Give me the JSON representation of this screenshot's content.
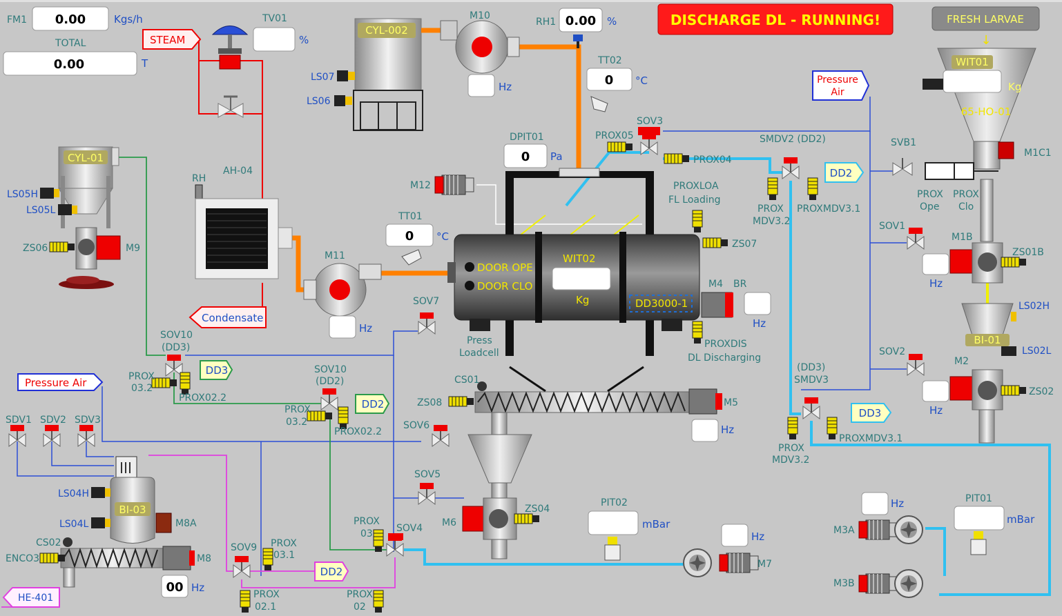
{
  "header": {
    "alarm_banner": "DISCHARGE DL - RUNNING!",
    "fresh_larvae_button": "FRESH LARVAE",
    "alarm_color": "#ff1a1a"
  },
  "flow": {
    "fm1_label": "FM1",
    "fm1_value": "0.00",
    "fm1_unit": "Kgs/h",
    "total_label": "TOTAL",
    "total_value": "0.00",
    "total_unit": "T"
  },
  "steam": {
    "steam_tag": "STEAM",
    "tv01_label": "TV01",
    "tv01_unit": "%",
    "ah04_label": "AH-04",
    "rh_label": "RH",
    "condensate_tag": "Condensate"
  },
  "fan_m10": {
    "cyl002": "CYL-002",
    "m10": "M10",
    "hz": "Hz",
    "ls07": "LS07",
    "ls06": "LS06"
  },
  "humidity": {
    "rh1_label": "RH1",
    "rh1_value": "0.00",
    "rh1_unit": "%"
  },
  "tt02": {
    "label": "TT02",
    "value": "0",
    "unit": "°C"
  },
  "tt01": {
    "label": "TT01",
    "value": "0",
    "unit": "°C"
  },
  "dpit01": {
    "label": "DPIT01",
    "value": "0",
    "unit": "Pa"
  },
  "dryer": {
    "m12": "M12",
    "m11": "M11",
    "hz": "Hz",
    "door_open": "DOOR OPE",
    "door_closed": "DOOR CLO",
    "wit02": "WIT02",
    "kg": "Kg",
    "dd3000": "DD3000-1",
    "m4": "M4",
    "br": "BR",
    "zs07": "ZS07",
    "proxloa": "PROXLOA",
    "fl_loading": "FL Loading",
    "proxdis": "PROXDIS",
    "dl_discharging": "DL Discharging",
    "press_loadcell_1": "Press",
    "press_loadcell_2": "Loadcell",
    "prox05": "PROX05",
    "prox04": "PROX04",
    "sov3": "SOV3",
    "sov7": "SOV7"
  },
  "cyl01": {
    "label": "CYL-01",
    "ls05h": "LS05H",
    "ls05l": "LS05L",
    "zs06": "ZS06",
    "m9": "M9"
  },
  "hopper": {
    "wit01": "WIT01",
    "kg": "Kg",
    "ho01": "65-HO-01",
    "m1c1": "M1C1",
    "svb1": "SVB1",
    "prox_ope_1": "PROX",
    "prox_ope_2": "Ope",
    "prox_clo_1": "PROX",
    "prox_clo_2": "Clo",
    "pressure_air_1": "Pressure",
    "pressure_air_2": "Air",
    "sov1": "SOV1",
    "m1b": "M1B",
    "zs01b": "ZS01B",
    "hz": "Hz",
    "ls02h": "LS02H",
    "bi01": "BI-01",
    "ls02l": "LS02L",
    "sov2": "SOV2",
    "m2": "M2",
    "zs02": "ZS02"
  },
  "smdv2": {
    "label": "SMDV2 (DD2)",
    "dd2": "DD2",
    "prox_mdv32_1": "PROX",
    "prox_mdv32_2": "MDV3.2",
    "proxmdv31": "PROXMDV3.1"
  },
  "smdv3": {
    "label_1": "(DD3)",
    "label_2": "SMDV3",
    "dd3": "DD3",
    "prox_mdv32_1": "PROX",
    "prox_mdv32_2": "MDV3.2",
    "proxmdv31": "PROXMDV3.1"
  },
  "left_valves": {
    "sov10a_1": "SOV10",
    "sov10a_2": "(DD3)",
    "dd3": "DD3",
    "prox032_1": "PROX",
    "prox032_2": "03.2",
    "prox022": "PROX02.2",
    "sov10b_1": "SOV10",
    "sov10b_2": "(DD2)",
    "dd2": "DD2",
    "prox032b_1": "PROX",
    "prox032b_2": "03.2",
    "prox022b": "PROX02.2",
    "pressure_air": "Pressure Air",
    "sdv1": "SDV1",
    "sdv2": "SDV2",
    "sdv3": "SDV3"
  },
  "bi03": {
    "label": "BI-03",
    "ls04h": "LS04H",
    "ls04l": "LS04L",
    "m8a": "M8A",
    "cs02": "CS02",
    "enco3": "ENCO3",
    "m8": "M8",
    "m8_value": "00",
    "hz": "Hz",
    "he401": "HE-401"
  },
  "bottom": {
    "sov9": "SOV9",
    "prox031_1": "PROX",
    "prox031_2": "03.1",
    "dd2": "DD2",
    "prox021_1": "PROX",
    "prox021_2": "02.1",
    "prox03_1": "PROX",
    "prox03_2": "03",
    "sov4": "SOV4",
    "prox02_1": "PROX",
    "prox02_2": "02",
    "sov5": "SOV5",
    "m6": "M6",
    "zs04": "ZS04",
    "sov6": "SOV6",
    "zs08": "ZS08",
    "cs01": "CS01",
    "m5": "M5",
    "hz": "Hz",
    "pit02": "PIT02",
    "mbar": "mBar",
    "m7": "M7",
    "pit01": "PIT01",
    "m3a": "M3A",
    "m3b": "M3B"
  },
  "icons": [
    "motor-icon",
    "valve-icon",
    "fan-icon",
    "blower-icon",
    "screw-conveyor-icon",
    "hopper-icon",
    "proximity-sensor-icon",
    "heater-icon"
  ]
}
